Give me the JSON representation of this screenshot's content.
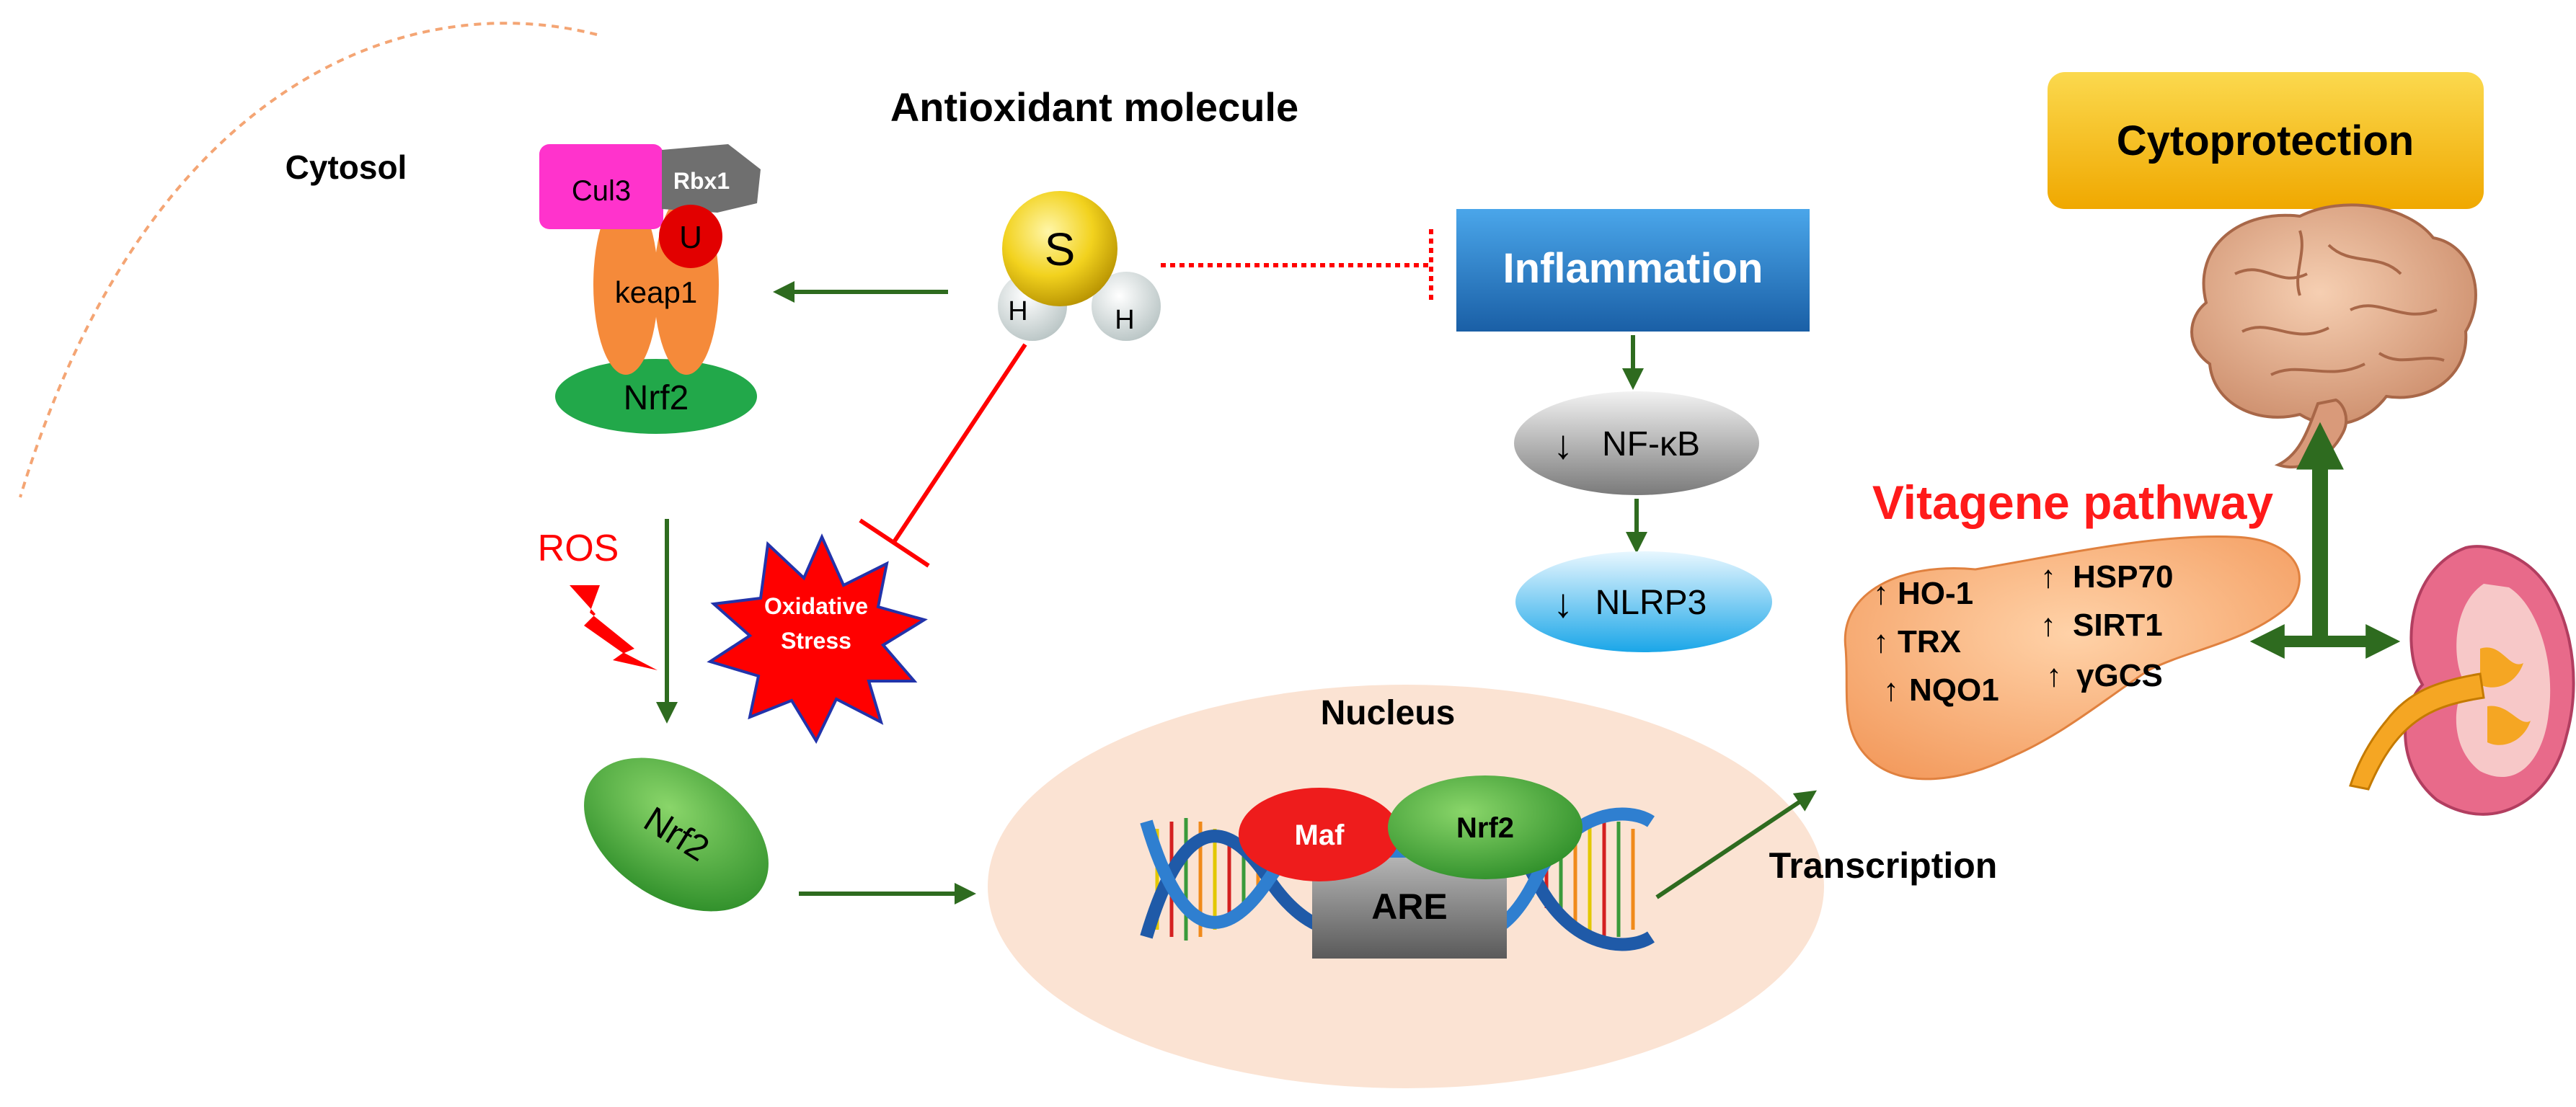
{
  "labels": {
    "cytosol": "Cytosol",
    "antioxidant_molecule": "Antioxidant molecule",
    "cytoprotection": "Cytoprotection",
    "cul3": "Cul3",
    "rbx1": "Rbx1",
    "ubiquitin": "U",
    "keap1": "keap1",
    "nrf2_complex": "Nrf2",
    "sulfur": "S",
    "hydrogen_left": "H",
    "hydrogen_right": "H",
    "inflammation": "Inflammation",
    "nfkb_arrow": "↓",
    "nfkb": "NF-κB",
    "nlrp3_arrow": "↓",
    "nlrp3": "NLRP3",
    "ros": "ROS",
    "oxidative_line1": "Oxidative",
    "oxidative_line2": "Stress",
    "nrf2_free": "Nrf2",
    "nucleus": "Nucleus",
    "maf": "Maf",
    "nrf2_nucleus": "Nrf2",
    "are": "ARE",
    "transcription": "Transcription",
    "vitagene_pathway": "Vitagene pathway"
  },
  "vitagenes": [
    {
      "arrow": "↑",
      "name": "HO-1"
    },
    {
      "arrow": "↑",
      "name": "TRX"
    },
    {
      "arrow": "↑",
      "name": "NQO1"
    },
    {
      "arrow": "↑",
      "name": "HSP70"
    },
    {
      "arrow": "↑",
      "name": "SIRT1"
    },
    {
      "arrow": "↑",
      "name": "γGCS"
    }
  ],
  "colors": {
    "arrow_green": "#2e6b1f",
    "inhibit_red": "#ff0000",
    "vitagene_red": "#ff1a1a",
    "cul3_magenta": "#ff33cc",
    "rbx1_gray": "#6f6f6f",
    "keap1_orange": "#f58a3a",
    "nrf2_green": "#22a84a",
    "sulfur_yellow": "#f2d21e",
    "inflammation_blue": "#2a86d0",
    "nucleus_peach": "#fbe3d3",
    "maf_red": "#ee1c1c",
    "are_gray": "#8a8a8a",
    "cytoprotection_gold": "#f8c21a"
  }
}
